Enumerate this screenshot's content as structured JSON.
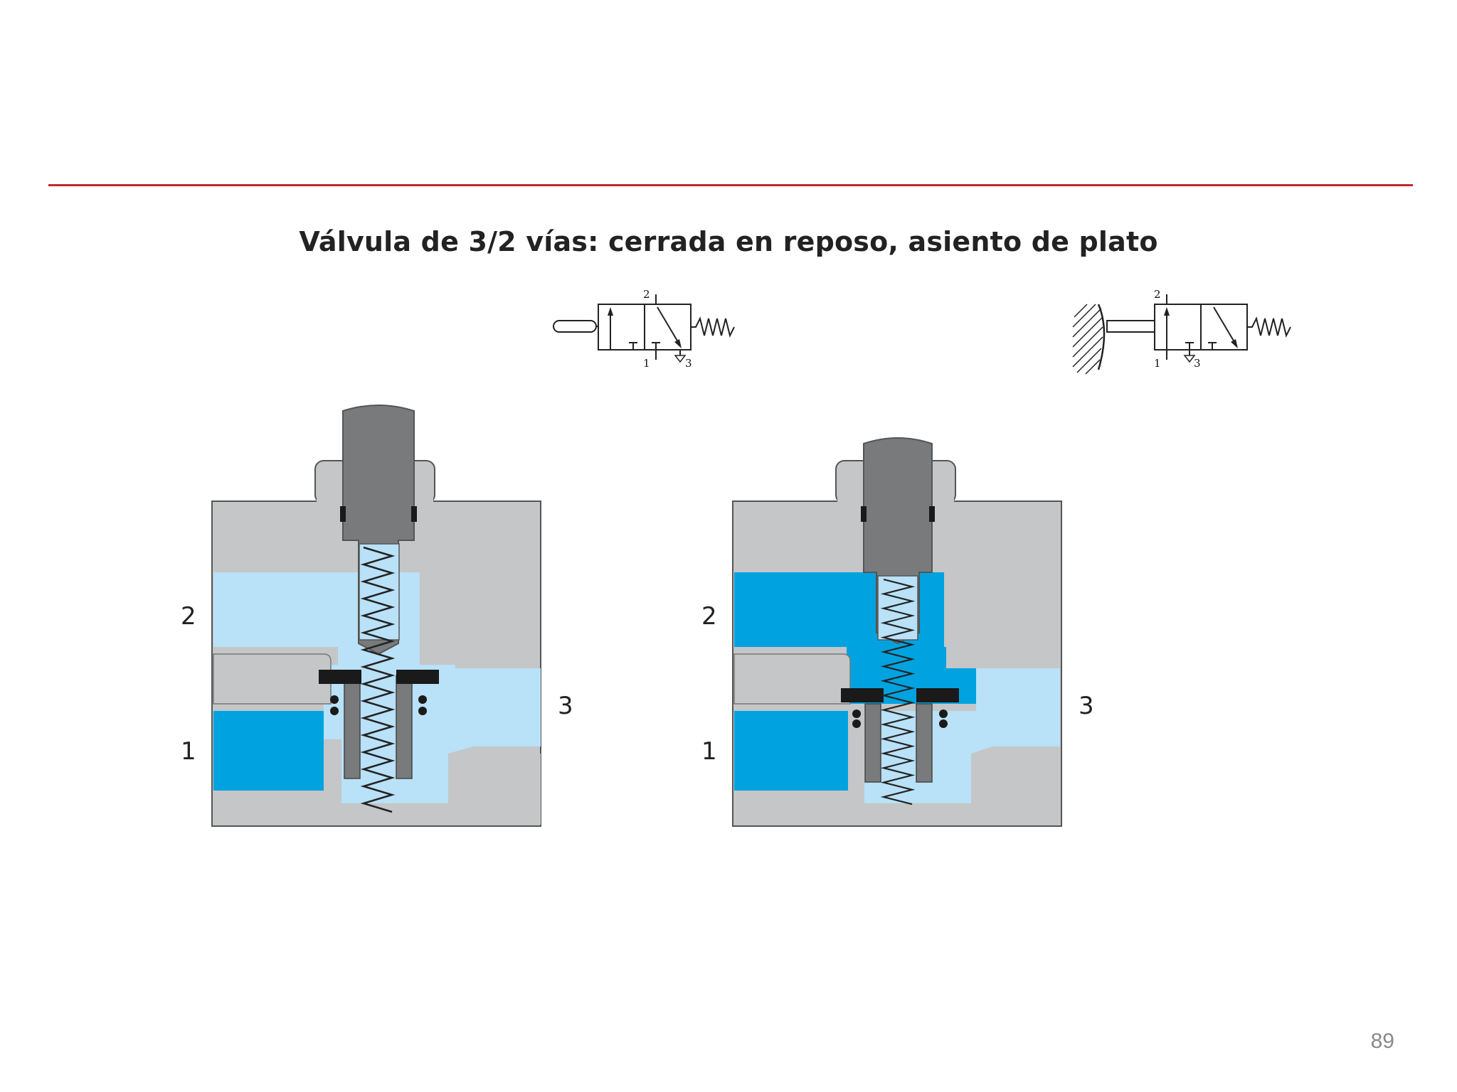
{
  "slide": {
    "title": "Válvula de 3/2 vías: cerrada en reposo, asiento de plato",
    "page_number": "89"
  },
  "colors": {
    "rule": "#c0282d",
    "body_grey": "#c4c6c8",
    "plunger_grey": "#787a7c",
    "air_light": "#b9e1f7",
    "air_pressure": "#00a3e0",
    "seal_black": "#1a1a1a"
  },
  "symbol_left": {
    "state": "rest",
    "port_top": "2",
    "port_bottom_left": "1",
    "port_bottom_right": "3"
  },
  "symbol_right": {
    "state": "actuated",
    "port_top": "2",
    "port_bottom_left": "1",
    "port_bottom_right": "3"
  },
  "valve_left": {
    "state": "rest",
    "label_port2": "2",
    "label_port1": "1",
    "label_port3": "3"
  },
  "valve_right": {
    "state": "actuated",
    "label_port2": "2",
    "label_port1": "1",
    "label_port3": "3"
  }
}
